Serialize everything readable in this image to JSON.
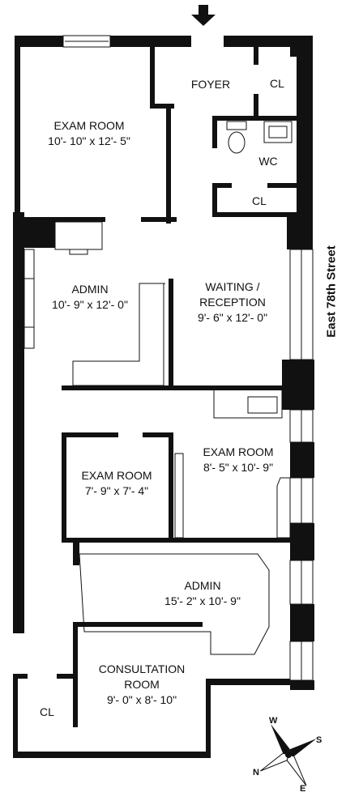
{
  "rooms": {
    "exam_room_1": {
      "name": "EXAM ROOM",
      "dim": "10'- 10\" x 12'- 5\""
    },
    "foyer": {
      "name": "FOYER"
    },
    "closet_foyer": {
      "name": "CL"
    },
    "wc": {
      "name": "WC"
    },
    "closet_wc": {
      "name": "CL"
    },
    "admin_1": {
      "name": "ADMIN",
      "dim": "10'- 9\" x 12'- 0\""
    },
    "waiting": {
      "name": "WAITING /",
      "name2": "RECEPTION",
      "dim": "9'- 6\" x 12'- 0\""
    },
    "exam_room_2": {
      "name": "EXAM ROOM",
      "dim": "8'- 5\" x 10'- 9\""
    },
    "exam_room_3": {
      "name": "EXAM ROOM",
      "dim": "7'- 9\" x 7'- 4\""
    },
    "admin_2": {
      "name": "ADMIN",
      "dim": "15'- 2\" x 10'- 9\""
    },
    "consultation": {
      "name": "CONSULTATION",
      "name2": "ROOM",
      "dim": "9'- 0\" x 8'- 10\""
    },
    "closet_bottom": {
      "name": "CL"
    }
  },
  "street": "East 78th Street",
  "compass": {
    "n": "N",
    "s": "S",
    "e": "E",
    "w": "W"
  }
}
